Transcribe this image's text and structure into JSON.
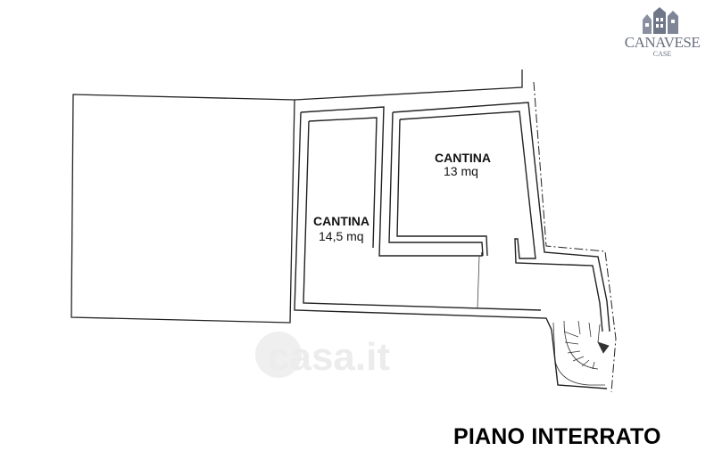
{
  "logo": {
    "name": "CANAVESE",
    "sub": "CASE"
  },
  "rooms": [
    {
      "name": "CANTINA",
      "area": "13 mq"
    },
    {
      "name": "CANTINA",
      "area": "14,5 mq"
    }
  ],
  "floor_title": "PIANO INTERRATO",
  "watermark": "casa.it"
}
